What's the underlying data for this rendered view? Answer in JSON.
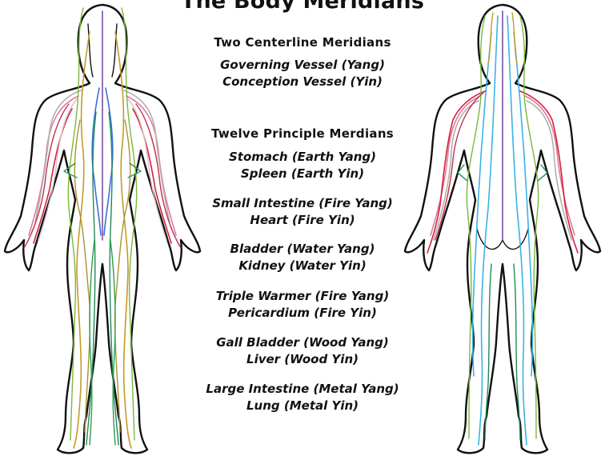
{
  "title": "The Body Meridians",
  "sections": [
    {
      "heading": "Two Centerline Meridians",
      "items": [
        "Governing Vessel (Yang)",
        "Conception Vessel (Yin)"
      ]
    },
    {
      "heading": "Twelve Principle Merdians",
      "items": [
        "Stomach (Earth Yang)",
        "Spleen (Earth Yin)",
        "Small Intestine (Fire Yang)",
        "Heart (Fire Yin)",
        "Bladder (Water Yang)",
        "Kidney (Water Yin)",
        "Triple Warmer (Fire Yang)",
        "Pericardium (Fire Yin)",
        "Gall Bladder (Wood Yang)",
        "Liver (Wood Yin)",
        "Large Intestine (Metal Yang)",
        "Lung (Metal Yin)"
      ]
    }
  ],
  "colors": {
    "outline": "#111111",
    "governing": "#7b4fa3",
    "conception": "#3a6fd8",
    "stomach": "#c59a2a",
    "spleen": "#a8942e",
    "small_intestine": "#e07aa0",
    "heart": "#d5223c",
    "bladder": "#39b3e6",
    "kidney": "#1e8a5a",
    "triple_warmer": "#b0b0b0",
    "pericardium": "#6a2a7a",
    "gall_bladder": "#7ab83a",
    "liver": "#2e9c4a",
    "large_intestine": "#c0304a",
    "lung": "#e0d0d0"
  }
}
